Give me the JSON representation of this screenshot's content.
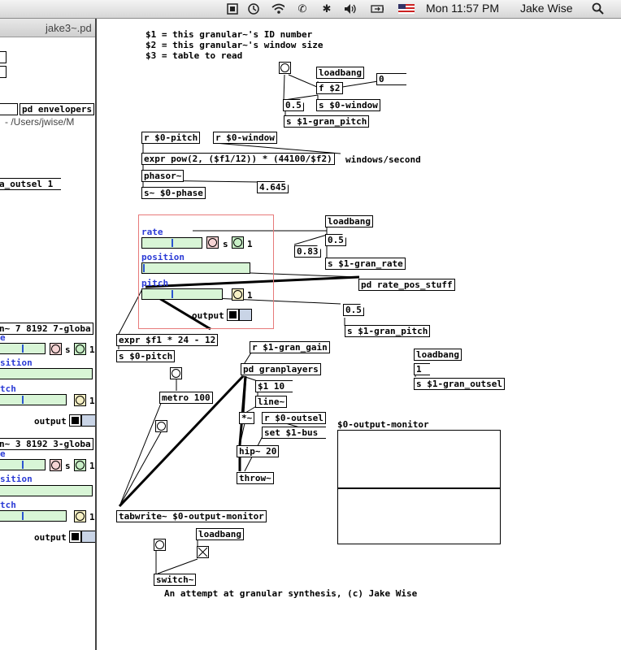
{
  "menubar": {
    "time": "Mon 11:57 PM",
    "user": "Jake Wise",
    "icons": [
      "pd-app-icon",
      "time-machine-icon",
      "wifi-icon",
      "phone-icon",
      "bluetooth-icon",
      "volume-icon",
      "battery-icon",
      "flag-icon",
      "spotlight-icon"
    ]
  },
  "back_window": {
    "title": "jake3~.pd",
    "path": "- /Users/jwise/M",
    "objects": {
      "pd_envelopes": "pd envelopers",
      "s_label": "s",
      "outsel": "a_outsel 1",
      "gl1": "n~ 7 8192 7-globa",
      "gl2": "n~ 3 8192 3-globa",
      "e1": "e",
      "sition1": "sition",
      "tch1": "tch",
      "output1": "output",
      "e2": "e",
      "sition2": "sition",
      "tch2": "tch",
      "output2": "output",
      "one": "1"
    }
  },
  "patch": {
    "comment_args": [
      "$1 = this granular~'s ID number",
      "$2 = this granular~'s window size",
      "$3 = table to read"
    ],
    "loadbang1": "loadbang",
    "f2": "f $2",
    "msg0": "0",
    "num05a": "0.5",
    "s_window": "s $0-window",
    "s_gran_pitch1": "s $1-gran_pitch",
    "r_pitch": "r $0-pitch",
    "r_window": "r $0-window",
    "expr_pow": "expr pow(2, ($f1/12)) * (44100/$f2)",
    "windows_comment": "windows/second",
    "phasor": "phasor~",
    "phase_num": "4.645",
    "s_phase": "s~ $0-phase",
    "rate_label": "rate",
    "position_label": "position",
    "pitch_label": "pitch",
    "s_small": "s",
    "one_a": "1",
    "one_b": "1",
    "output_label": "output",
    "loadbang2": "loadbang",
    "num05b": "0.5",
    "num083": "0.83",
    "s_gran_rate": "s $1-gran_rate",
    "pd_rate_pos": "pd rate_pos_stuff",
    "num05c": "0.5",
    "s_gran_pitch2": "s $1-gran_pitch",
    "expr_f1": "expr $f1 * 24 - 12",
    "s_pitch": "s $0-pitch",
    "r_gran_gain": "r $1-gran_gain",
    "pd_granplayers": "pd granplayers",
    "msg_1_10": "$1 10",
    "line": "line~",
    "mul": "*~",
    "r_outsel": "r $0-outsel",
    "set_bus": "set $1-bus",
    "hip": "hip~ 20",
    "throw": "throw~",
    "metro": "metro 100",
    "loadbang3": "loadbang",
    "msg1": "1",
    "s_gran_outsel": "s $1-gran_outsel",
    "monitor_label": "$0-output-monitor",
    "tabwrite": "tabwrite~ $0-output-monitor",
    "loadbang4": "loadbang",
    "switch": "switch~",
    "credit": "An attempt at granular synthesis, (c) Jake Wise"
  },
  "sliders": {
    "rate": 0.5,
    "position": 0.0,
    "pitch": 0.5
  },
  "colors": {
    "slider_bg": "#d8f5d6",
    "slider_knob": "#2b55d0",
    "label_blue": "#2b3bd6",
    "gop_border": "#e77a7a",
    "bang_pink": "#f6d4d4",
    "bang_green": "#c8efc6",
    "bang_yellow": "#f6f0c4"
  }
}
